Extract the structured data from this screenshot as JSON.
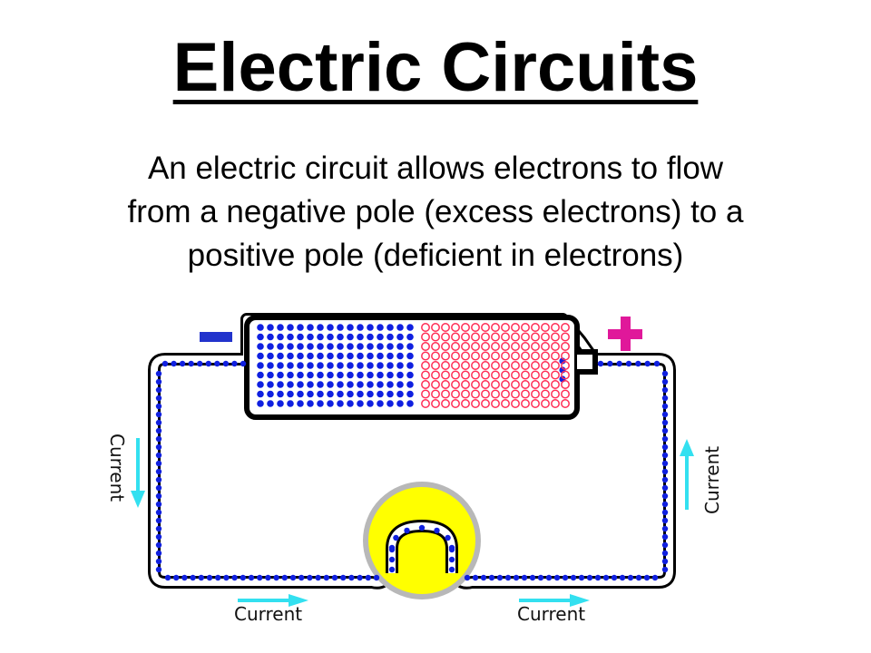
{
  "slide": {
    "title": "Electric Circuits",
    "subtitle_lines": [
      "An electric circuit allows electrons to flow",
      "from a negative pole (excess electrons) to a",
      "positive pole (deficient in electrons)"
    ]
  },
  "diagram": {
    "negative_symbol": "−",
    "positive_symbol": "+",
    "labels": {
      "left": "Current",
      "right": "Current",
      "bottom_left": "Current",
      "bottom_right": "Current"
    },
    "colors": {
      "electron": "#1020e0",
      "hole": "#ff2d55",
      "negative": "#2233cc",
      "positive": "#e0189a",
      "arrow": "#33e0f0",
      "bulb": "#ffff00",
      "bulb_rim": "#b8b8b8",
      "wire": "#000000"
    }
  }
}
